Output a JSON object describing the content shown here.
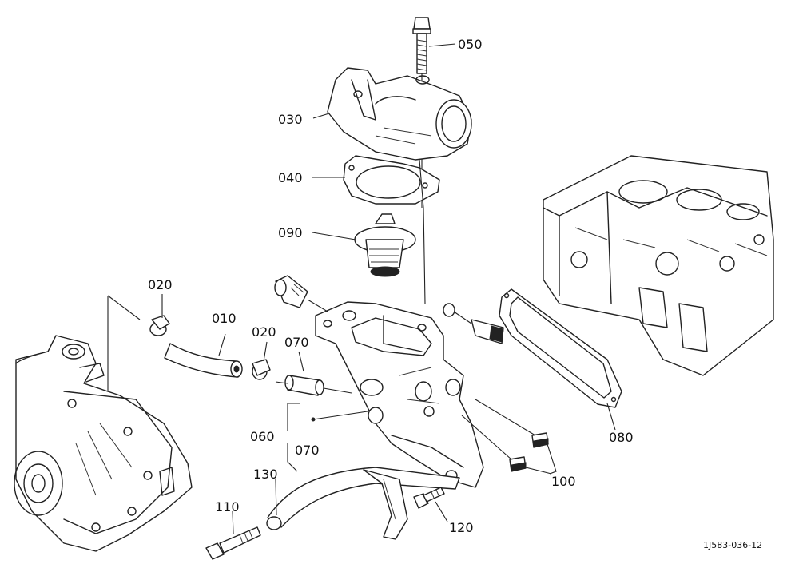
{
  "parts": {
    "p050": "050",
    "p030": "030",
    "p040": "040",
    "p090": "090",
    "p020a": "020",
    "p010": "010",
    "p020b": "020",
    "p070a": "070",
    "p060": "060",
    "p070b": "070",
    "p080": "080",
    "p100": "100",
    "p130": "130",
    "p110": "110",
    "p120": "120"
  },
  "drawing_code": "1J583-036-12"
}
